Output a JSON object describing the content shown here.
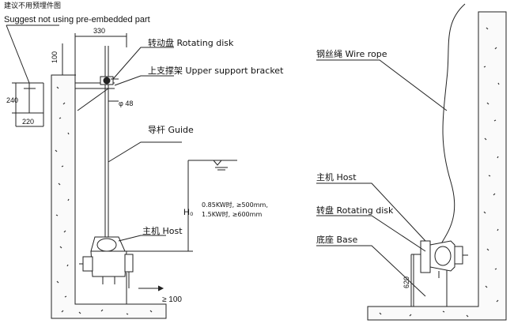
{
  "notes": {
    "cn": "建议不用预埋件图",
    "en": "Suggest not using pre-embedded part"
  },
  "dimensions": {
    "d330": "330",
    "d100_top": "100",
    "d240": "240",
    "d220": "220",
    "d48": "φ 48",
    "h0": "H₀",
    "h0_line1": "0.85KW时, ≥500mm,",
    "h0_line2": "1.5KW时, ≥600mm",
    "d100_bottom": "≥ 100",
    "d620": "620"
  },
  "labels_left": {
    "rotating_disk": "转动盘 Rotating disk",
    "upper_bracket": "上支撑架 Upper support bracket",
    "guide": "导杆 Guide",
    "host": "主机 Host"
  },
  "labels_right": {
    "wire_rope": "钢丝绳 Wire rope",
    "host": "主机 Host",
    "rotating_disk": "转盘 Rotating disk",
    "base": "底座 Base"
  }
}
